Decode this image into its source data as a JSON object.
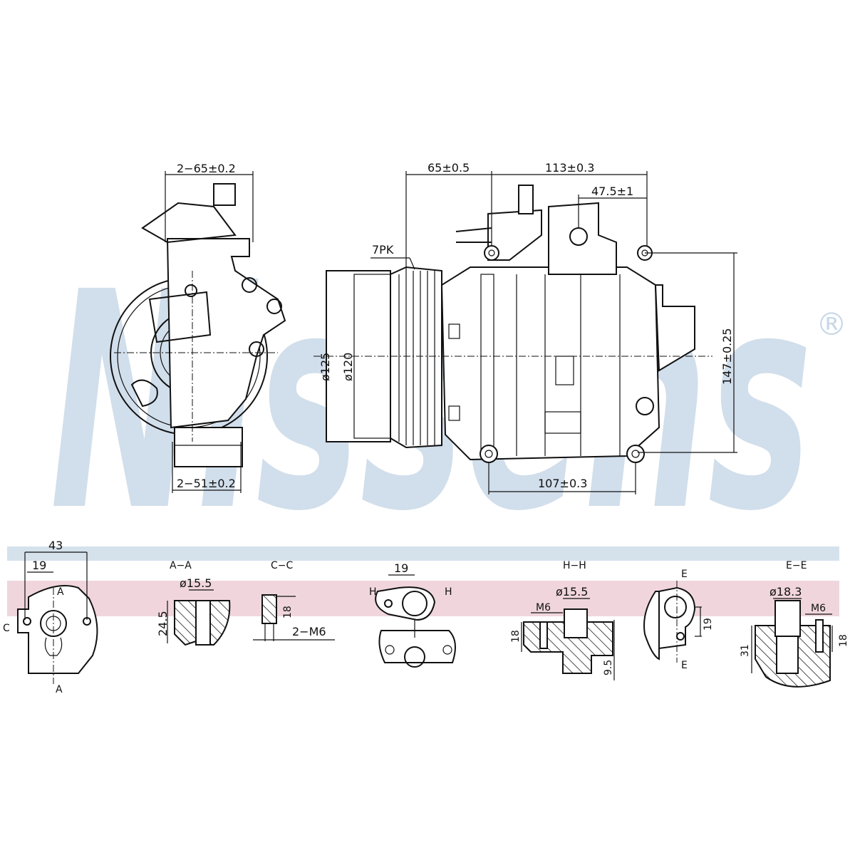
{
  "watermark": {
    "brand": "Nissens",
    "registered": "®",
    "color": "#c9d9e8"
  },
  "band_colors": {
    "blue": "#d5e2ec",
    "pink": "#f0d6dc"
  },
  "front_view": {
    "top_width": "2−65±0.2",
    "bottom_width": "2−51±0.2"
  },
  "side_view": {
    "belt": "7PK",
    "pulley_outer": "ø125",
    "pulley_inner": "ø120",
    "pulley_offset": "65±0.5",
    "mount_span_top": "113±0.3",
    "port_offset": "47.5±1",
    "height": "147±0.25",
    "mount_span_bottom": "107±0.3"
  },
  "details": {
    "flange_a": {
      "width_total": "43",
      "width_half": "19",
      "section_c": "C",
      "section_a_top": "A",
      "section_a_bottom": "A"
    },
    "section_aa": {
      "title": "A−A",
      "diameter": "ø15.5",
      "depth": "24.5"
    },
    "section_cc": {
      "title": "C−C",
      "depth": "18",
      "thread": "2−M6"
    },
    "flange_h": {
      "width": "19",
      "section_h_left": "H",
      "section_h_right": "H"
    },
    "section_hh": {
      "title": "H−H",
      "diameter": "ø15.5",
      "thread": "M6",
      "depth": "18",
      "step": "9.5"
    },
    "flange_e": {
      "section_e_top": "E",
      "section_e_bottom": "E",
      "height": "19"
    },
    "section_ee": {
      "title": "E−E",
      "diameter": "ø18.3",
      "thread": "M6",
      "height": "31",
      "depth": "18"
    }
  }
}
